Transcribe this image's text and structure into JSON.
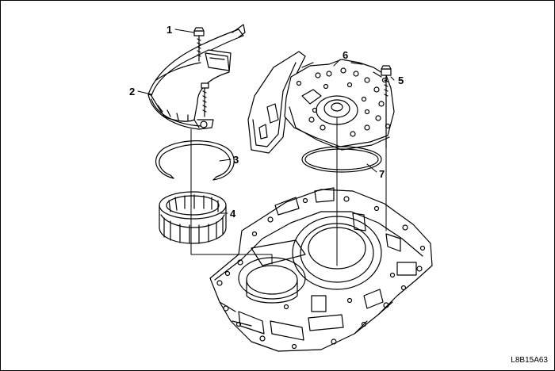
{
  "figure": {
    "code": "L8B15A63",
    "callouts": [
      {
        "number": "1",
        "part": "bolt"
      },
      {
        "number": "2",
        "part": "cover-bracket"
      },
      {
        "number": "3",
        "part": "snap-ring"
      },
      {
        "number": "4",
        "part": "clutch-drum"
      },
      {
        "number": "5",
        "part": "bolt"
      },
      {
        "number": "6",
        "part": "valve-body-plate"
      },
      {
        "number": "7",
        "part": "o-ring"
      }
    ]
  },
  "colors": {
    "line": "#000000",
    "background": "#ffffff"
  }
}
